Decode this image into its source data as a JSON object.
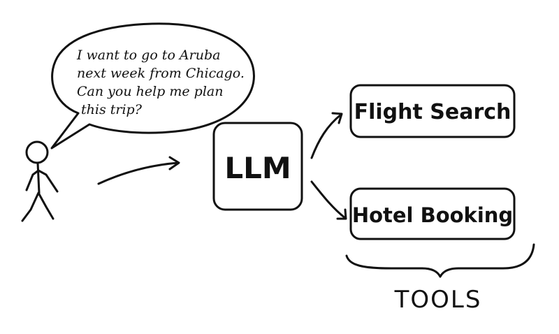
{
  "speech_bubble": {
    "lines": [
      "I want to go to Aruba",
      "next week from Chicago.",
      "Can you help me plan",
      "this trip?"
    ]
  },
  "llm": {
    "label": "LLM"
  },
  "tools": [
    {
      "label": "Flight Search"
    },
    {
      "label": "Hotel Booking"
    }
  ],
  "tools_caption": "TOOLS",
  "colors": {
    "ink": "#111111",
    "background": "#ffffff"
  }
}
